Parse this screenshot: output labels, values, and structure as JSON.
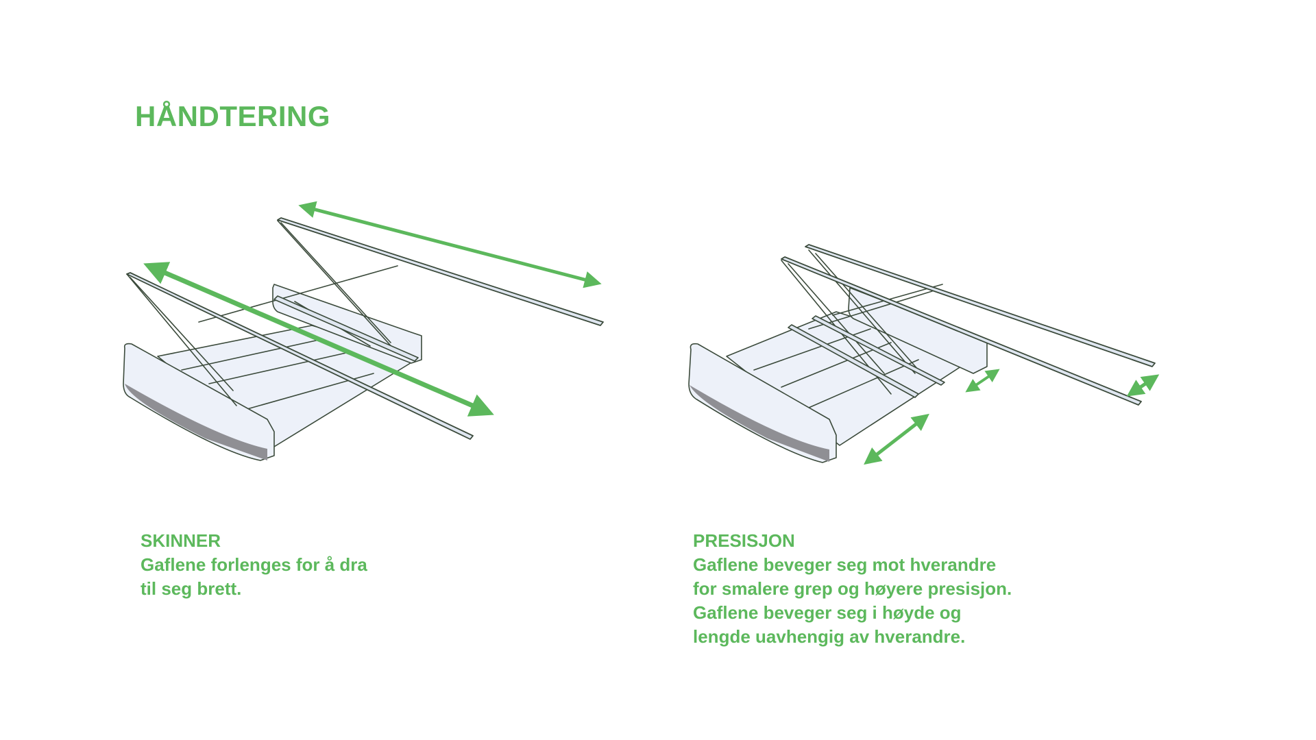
{
  "title": "HÅNDTERING",
  "colors": {
    "accent": "#5cb85c",
    "outline": "#3b4a3b",
    "panel_fill": "#edf1f9",
    "shadow": "#8f8f94"
  },
  "panels": [
    {
      "heading": "SKINNER",
      "lines": [
        "Gaflene forlenges for å dra",
        "til seg brett."
      ]
    },
    {
      "heading": "PRESISJON",
      "lines": [
        "Gaflene beveger seg mot hverandre",
        "for smalere grep og høyere presisjon.",
        "Gaflene beveger seg i høyde og",
        "lengde uavhengig av hverandre."
      ]
    }
  ]
}
